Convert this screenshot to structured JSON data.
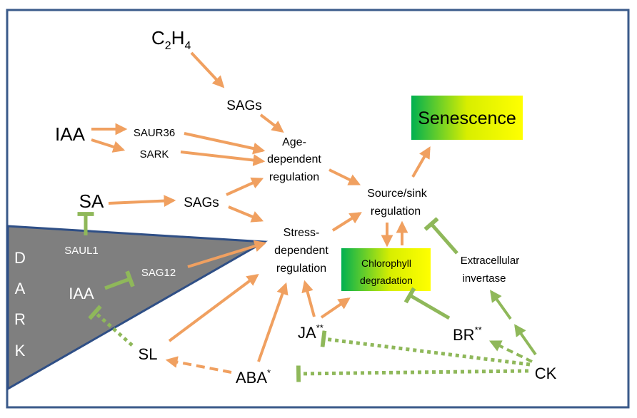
{
  "dark_panel": {
    "letters": [
      "D",
      "A",
      "R",
      "K"
    ],
    "saul1": "SAUL1",
    "iaa": "IAA",
    "sag12": "SAG12"
  },
  "nodes": {
    "c2h4": {
      "c": "C",
      "sub2": "2",
      "h": "H",
      "sub4": "4"
    },
    "sags_top": "SAGs",
    "age_dep": [
      "Age-",
      "dependent",
      "regulation"
    ],
    "iaa": "IAA",
    "saur36": "SAUR36",
    "sark": "SARK",
    "sa": "SA",
    "sags_mid": "SAGs",
    "stress_dep": [
      "Stress-",
      "dependent",
      "regulation"
    ],
    "source_sink": [
      "Source/sink",
      "regulation"
    ],
    "senescence": "Senescence",
    "chlorophyll": [
      "Chlorophyll",
      "degradation"
    ],
    "extracellular": [
      "Extracellular",
      "invertase"
    ],
    "ja": {
      "label": "JA",
      "sup": "**"
    },
    "br": {
      "label": "BR",
      "sup": "**"
    },
    "sl": "SL",
    "aba": {
      "label": "ABA",
      "sup": "*"
    },
    "ck": "CK"
  },
  "colors": {
    "promote": "#f0a060",
    "inhibit": "#8fb85a",
    "dark": "#7f7f7f",
    "frame": "#3a5a8a",
    "grad_start": "#00b050",
    "grad_end": "#ffff00"
  }
}
